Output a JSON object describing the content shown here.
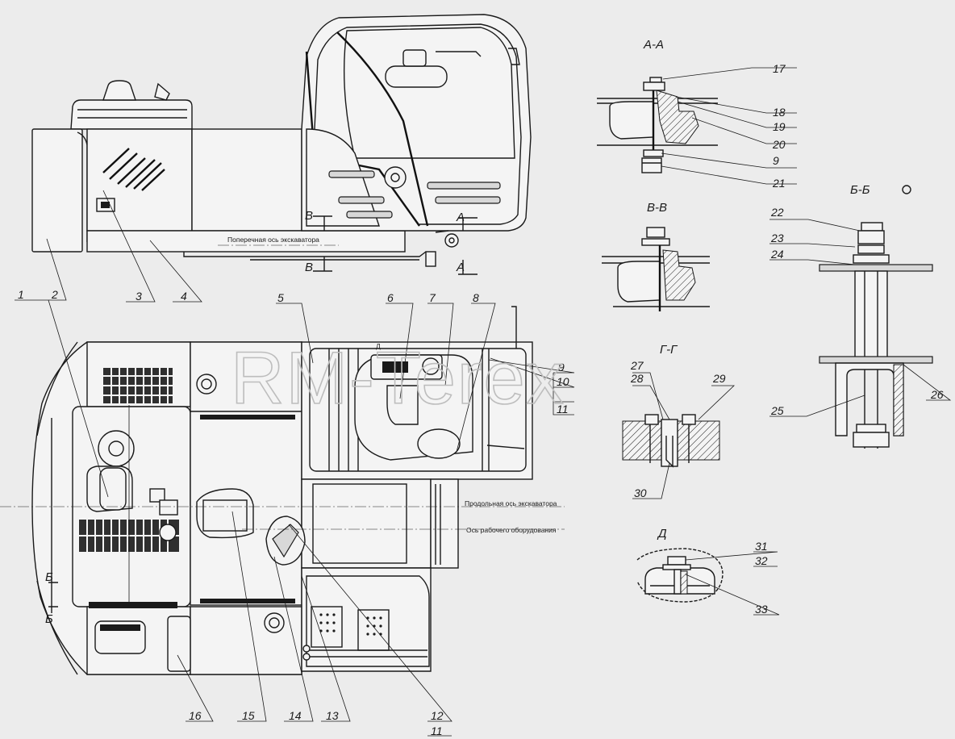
{
  "watermark": "RM-Terex",
  "axis_labels": {
    "transverse": "Поперечная ось экскаватора",
    "longitudinal": "Продольная ось экскаватора",
    "work_equipment": "Ось рабочего оборудования"
  },
  "sections": {
    "aa": "А-А",
    "vv": "В-В",
    "bb": "Б-Б",
    "gg": "Г-Г",
    "d": "Д"
  },
  "section_marks": {
    "a": "А",
    "v": "В",
    "b": "Б",
    "d": "Д"
  },
  "callouts": [
    "1",
    "2",
    "3",
    "4",
    "5",
    "6",
    "7",
    "8",
    "9",
    "10",
    "11",
    "12",
    "13",
    "14",
    "15",
    "16",
    "17",
    "18",
    "19",
    "20",
    "21",
    "22",
    "23",
    "24",
    "25",
    "26",
    "27",
    "28",
    "29",
    "30",
    "31",
    "32",
    "33"
  ],
  "callouts_extra": {
    "n9b": "9",
    "n11b": "11"
  }
}
